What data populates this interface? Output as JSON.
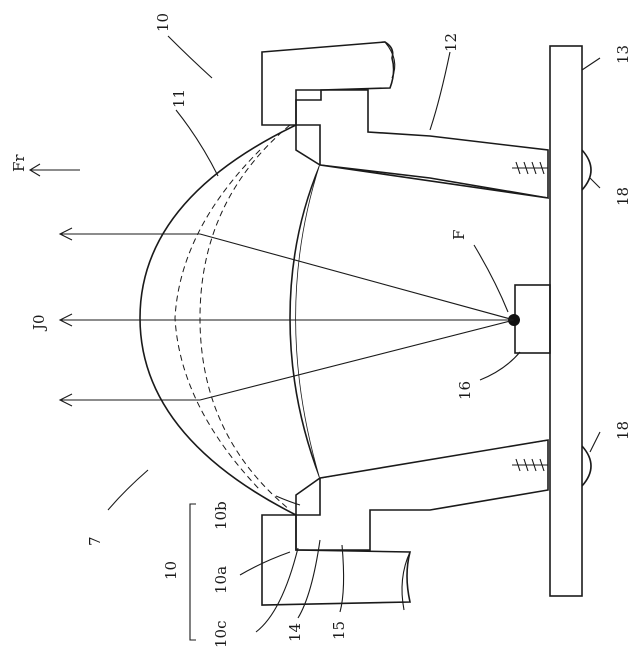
{
  "labels": {
    "ref_10_top": "10",
    "ref_12": "12",
    "ref_13": "13",
    "ref_11": "11",
    "ref_fr": "Fr",
    "ref_j0": "J0",
    "ref_f": "F",
    "ref_16": "16",
    "ref_18_top": "18",
    "ref_18_bottom": "18",
    "ref_7": "7",
    "ref_10_bottom": "10",
    "ref_10a": "10a",
    "ref_10b": "10b",
    "ref_10c": "10c",
    "ref_14": "14",
    "ref_15": "15"
  }
}
